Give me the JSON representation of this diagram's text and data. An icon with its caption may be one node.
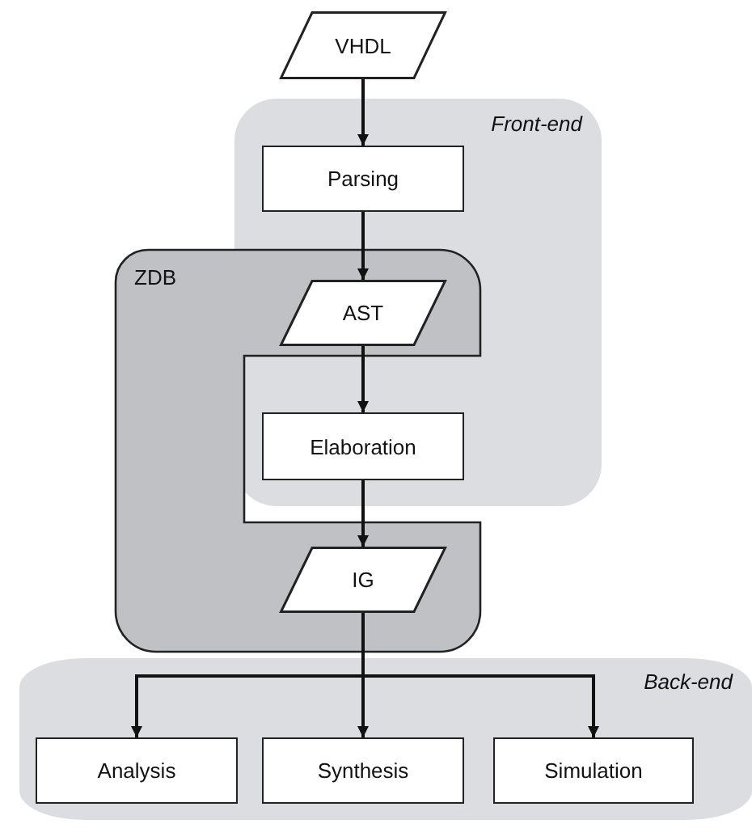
{
  "diagram": {
    "nodes": [
      {
        "text": [
          "VHDL"
        ]
      },
      {
        "text": [
          "Front-end"
        ]
      },
      {
        "text": [
          "Parsing"
        ],
        "in": 1
      },
      {
        "text": [
          "ZDB"
        ]
      },
      {
        "text": [
          "AST"
        ]
      },
      {
        "text": [
          "Elaboration"
        ],
        "in": 1
      },
      {
        "text": [
          "IG"
        ],
        "in": 3
      },
      {
        "text": [
          "Back-end"
        ]
      },
      {
        "text": [
          "Analysis"
        ],
        "in": 7
      },
      {
        "text": [
          "Synthesis"
        ],
        "in": 7
      },
      {
        "text": [
          "Simulation"
        ],
        "in": 7
      }
    ],
    "edges": [
      {
        "from": 0,
        "to": 2,
        "arrow": "to"
      },
      {
        "from": 2,
        "to": 4,
        "arrow": "to"
      },
      {
        "from": 4,
        "to": 5,
        "arrow": "to"
      },
      {
        "from": 5,
        "to": 6,
        "arrow": "to"
      },
      {
        "from": 6,
        "to": 8,
        "arrow": "to"
      },
      {
        "from": 6,
        "to": 9,
        "arrow": "to"
      },
      {
        "from": 6,
        "to": 10,
        "arrow": "to"
      }
    ]
  }
}
